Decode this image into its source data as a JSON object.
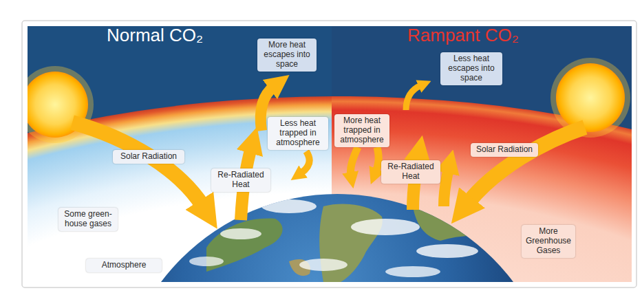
{
  "diagram": {
    "nodes": [
      {
        "text": [
          "More heat escapes into space"
        ]
      },
      {
        "text": [
          "Less heat escapes into space"
        ]
      },
      {
        "text": [
          "Less heat trapped in atmosphere"
        ]
      },
      {
        "text": [
          "More heat trapped in atmosphere"
        ]
      },
      {
        "text": [
          "Solar Radiation"
        ]
      },
      {
        "text": [
          "Solar Radiation"
        ]
      },
      {
        "text": [
          "Re-Radiated Heat"
        ]
      },
      {
        "text": [
          "Re-Radiated Heat"
        ]
      },
      {
        "text": [
          "Some green-house gases"
        ]
      },
      {
        "text": [
          "More Greenhouse Gases"
        ]
      },
      {
        "text": [
          "Atmosphere"
        ]
      }
    ],
    "labels": [
      "Normal CO₂",
      "Rampant CO₂"
    ]
  }
}
